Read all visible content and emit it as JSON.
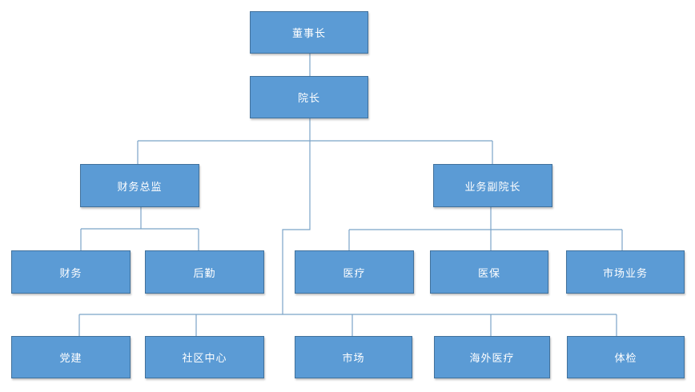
{
  "diagram": {
    "type": "org-chart",
    "nodes": [
      {
        "id": "chairman",
        "label": "董事长",
        "level": 1,
        "parent": null
      },
      {
        "id": "dean",
        "label": "院长",
        "level": 2,
        "parent": "chairman"
      },
      {
        "id": "finance-director",
        "label": "财务总监",
        "level": 3,
        "parent": "dean"
      },
      {
        "id": "vice-dean",
        "label": "业务副院长",
        "level": 3,
        "parent": "dean"
      },
      {
        "id": "finance",
        "label": "财务",
        "level": 4,
        "parent": "finance-director"
      },
      {
        "id": "logistics",
        "label": "后勤",
        "level": 4,
        "parent": "finance-director"
      },
      {
        "id": "medical",
        "label": "医疗",
        "level": 4,
        "parent": "vice-dean"
      },
      {
        "id": "medical-insurance",
        "label": "医保",
        "level": 4,
        "parent": "vice-dean"
      },
      {
        "id": "market-business",
        "label": "市场业务",
        "level": 4,
        "parent": "vice-dean"
      },
      {
        "id": "party-building",
        "label": "党建",
        "level": 5,
        "parent": "dean"
      },
      {
        "id": "community-center",
        "label": "社区中心",
        "level": 5,
        "parent": "dean"
      },
      {
        "id": "market",
        "label": "市场",
        "level": 5,
        "parent": "dean"
      },
      {
        "id": "overseas-medical",
        "label": "海外医疗",
        "level": 5,
        "parent": "dean"
      },
      {
        "id": "physical-exam",
        "label": "体检",
        "level": 5,
        "parent": "dean"
      }
    ]
  },
  "colors": {
    "node_fill": "#5B9BD5",
    "node_border": "#41719C",
    "node_text": "#FFFFFF",
    "connector": "#7BA3C8",
    "background": "#FFFFFF"
  }
}
